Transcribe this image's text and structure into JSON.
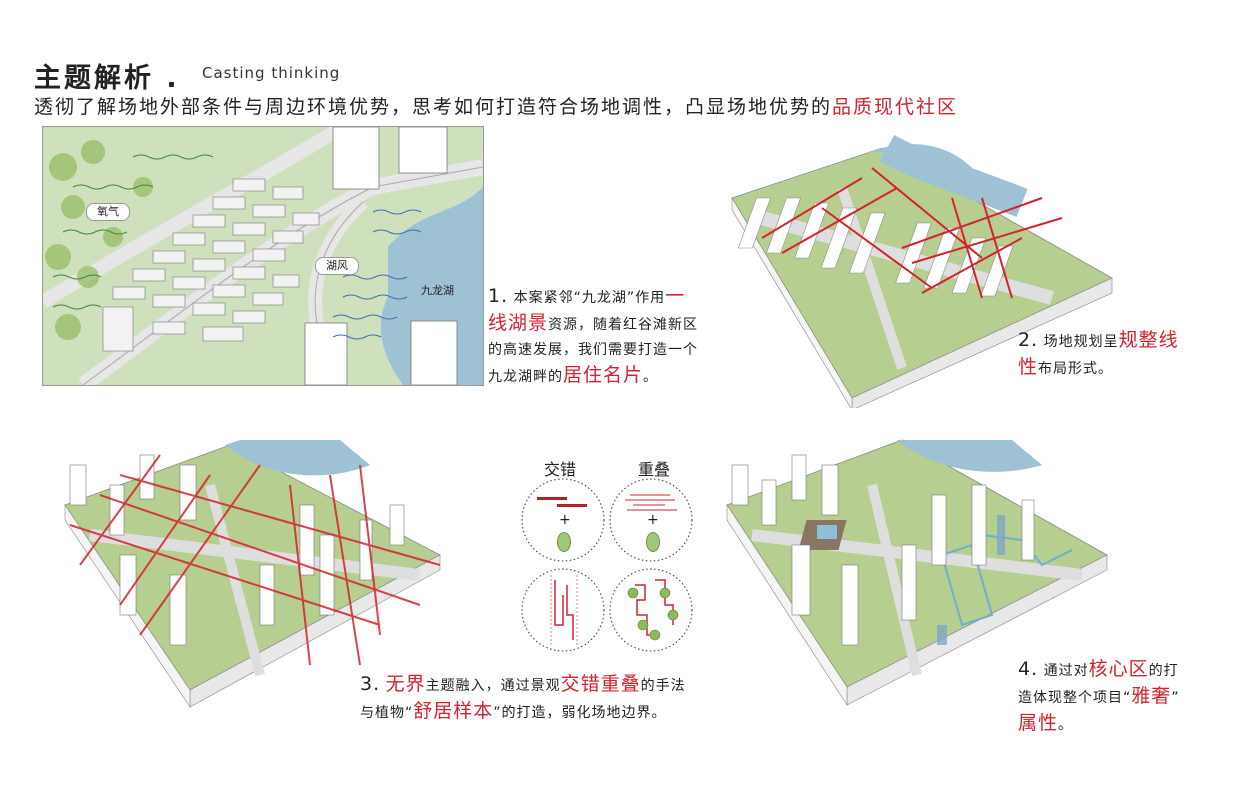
{
  "header": {
    "title": "主题解析 .",
    "subtitle": "Casting thinking",
    "lead_text": "透彻了解场地外部条件与周边环境优势，思考如何打造符合场地调性，凸显场地优势的",
    "lead_highlight": "品质现代社区"
  },
  "map": {
    "label_oxygen": "氧气",
    "label_lakewind": "湖风",
    "label_lake": "九龙湖"
  },
  "captions": {
    "c1": {
      "num": "1.",
      "t1": "本案紧邻“九龙湖”作用",
      "h1": "一",
      "h2": "线湖景",
      "t2": "资源，随着红谷滩新区",
      "t3": "的高速发展，我们需要打造一个",
      "t4": "九龙湖畔的",
      "h3": "居住名片",
      "t5": "。"
    },
    "c2": {
      "num": "2.",
      "t1": "场地规划呈",
      "h1": "规整线",
      "h2": "性",
      "t2": "布局形式。"
    },
    "c3": {
      "num": "3.",
      "h1": "无界",
      "t1": "主题融入，通过景观",
      "h2": "交错重叠",
      "t2": "的手法",
      "t3": "与植物“",
      "h3": "舒居样本",
      "t4": "”的打造，弱化场地边界。"
    },
    "c4": {
      "num": "4.",
      "t1": "通过对",
      "h1": "核心区",
      "t2": "的打",
      "t3": "造体现整个项目“",
      "h2": "雅奢",
      "t4": "”",
      "h3": "属性",
      "t5": "。"
    }
  },
  "legend": {
    "stagger": "交错",
    "overlap": "重叠",
    "plus": "+"
  },
  "colors": {
    "accent_red": "#d4232e",
    "lake_blue": "#9ec2d4",
    "grass_green": "#b3cc8c",
    "road_gray": "#d8d8d8"
  }
}
